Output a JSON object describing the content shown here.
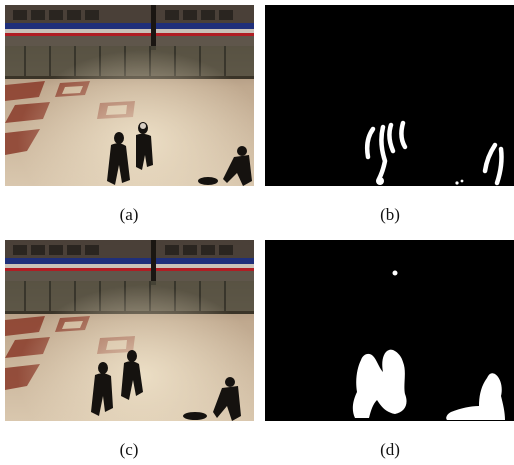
{
  "panels": [
    {
      "id": "a",
      "label": "(a)",
      "kind": "video-frame"
    },
    {
      "id": "b",
      "label": "(b)",
      "kind": "foreground-mask"
    },
    {
      "id": "c",
      "label": "(c)",
      "kind": "video-frame"
    },
    {
      "id": "d",
      "label": "(d)",
      "kind": "foreground-mask"
    }
  ],
  "colors": {
    "mask_background": "#000000",
    "mask_foreground": "#ffffff",
    "floor": "#c7b29a",
    "floor_tile": "#8a3b2a",
    "train_stripe_red": "#b01d23",
    "train_stripe_blue": "#1f2f7a"
  }
}
